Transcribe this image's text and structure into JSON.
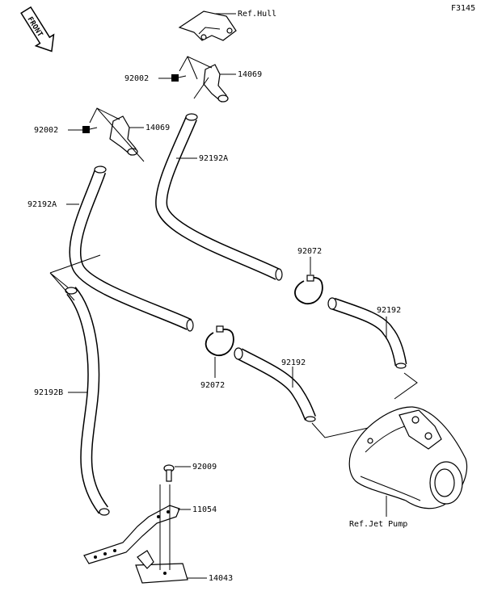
{
  "figure_code": "F3145",
  "front_label": "FRONT",
  "labels": {
    "ref_hull": "Ref.Hull",
    "ref_jet_pump": "Ref.Jet Pump",
    "p92002_upper": "92002",
    "p14069_upper": "14069",
    "p92002_lower": "92002",
    "p14069_lower": "14069",
    "p92192A_right": "92192A",
    "p92192A_left": "92192A",
    "p92072_upper": "92072",
    "p92072_lower": "92072",
    "p92192_upper": "92192",
    "p92192_lower": "92192",
    "p92192B": "92192B",
    "p92009": "92009",
    "p11054": "11054",
    "p14043": "14043"
  }
}
